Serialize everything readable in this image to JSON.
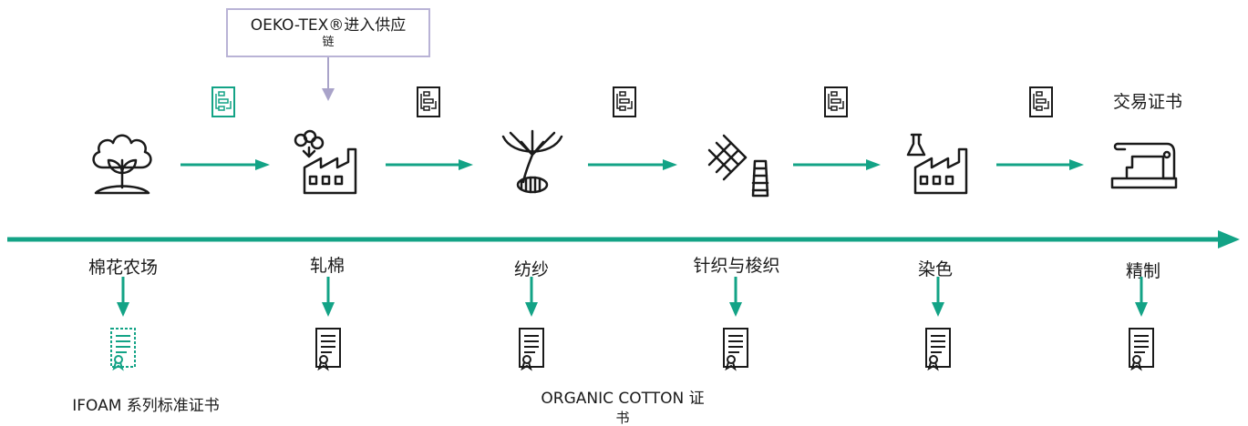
{
  "colors": {
    "accent": "#13a386",
    "ink": "#1a1a1a",
    "callout_border": "#b9b3d6",
    "callout_arrow": "#a9a3c9"
  },
  "callout": {
    "line1": "OEKO-TEX®进入供应",
    "line2": "链"
  },
  "trade_certificate_label": "交易证书",
  "stages": [
    {
      "label": "棉花农场",
      "icon": "cotton-plant-icon"
    },
    {
      "label": "轧棉",
      "icon": "ginning-factory-icon"
    },
    {
      "label": "纺纱",
      "icon": "spinning-yarn-icon"
    },
    {
      "label": "针织与梭织",
      "icon": "knit-weave-icon"
    },
    {
      "label": "染色",
      "icon": "dyeing-factory-icon"
    },
    {
      "label": "精制",
      "icon": "sewing-machine-icon"
    }
  ],
  "footer": {
    "ifoam": "IFOAM 系列标准证书",
    "organic_line1": "ORGANIC COTTON 证",
    "organic_line2": "书"
  }
}
